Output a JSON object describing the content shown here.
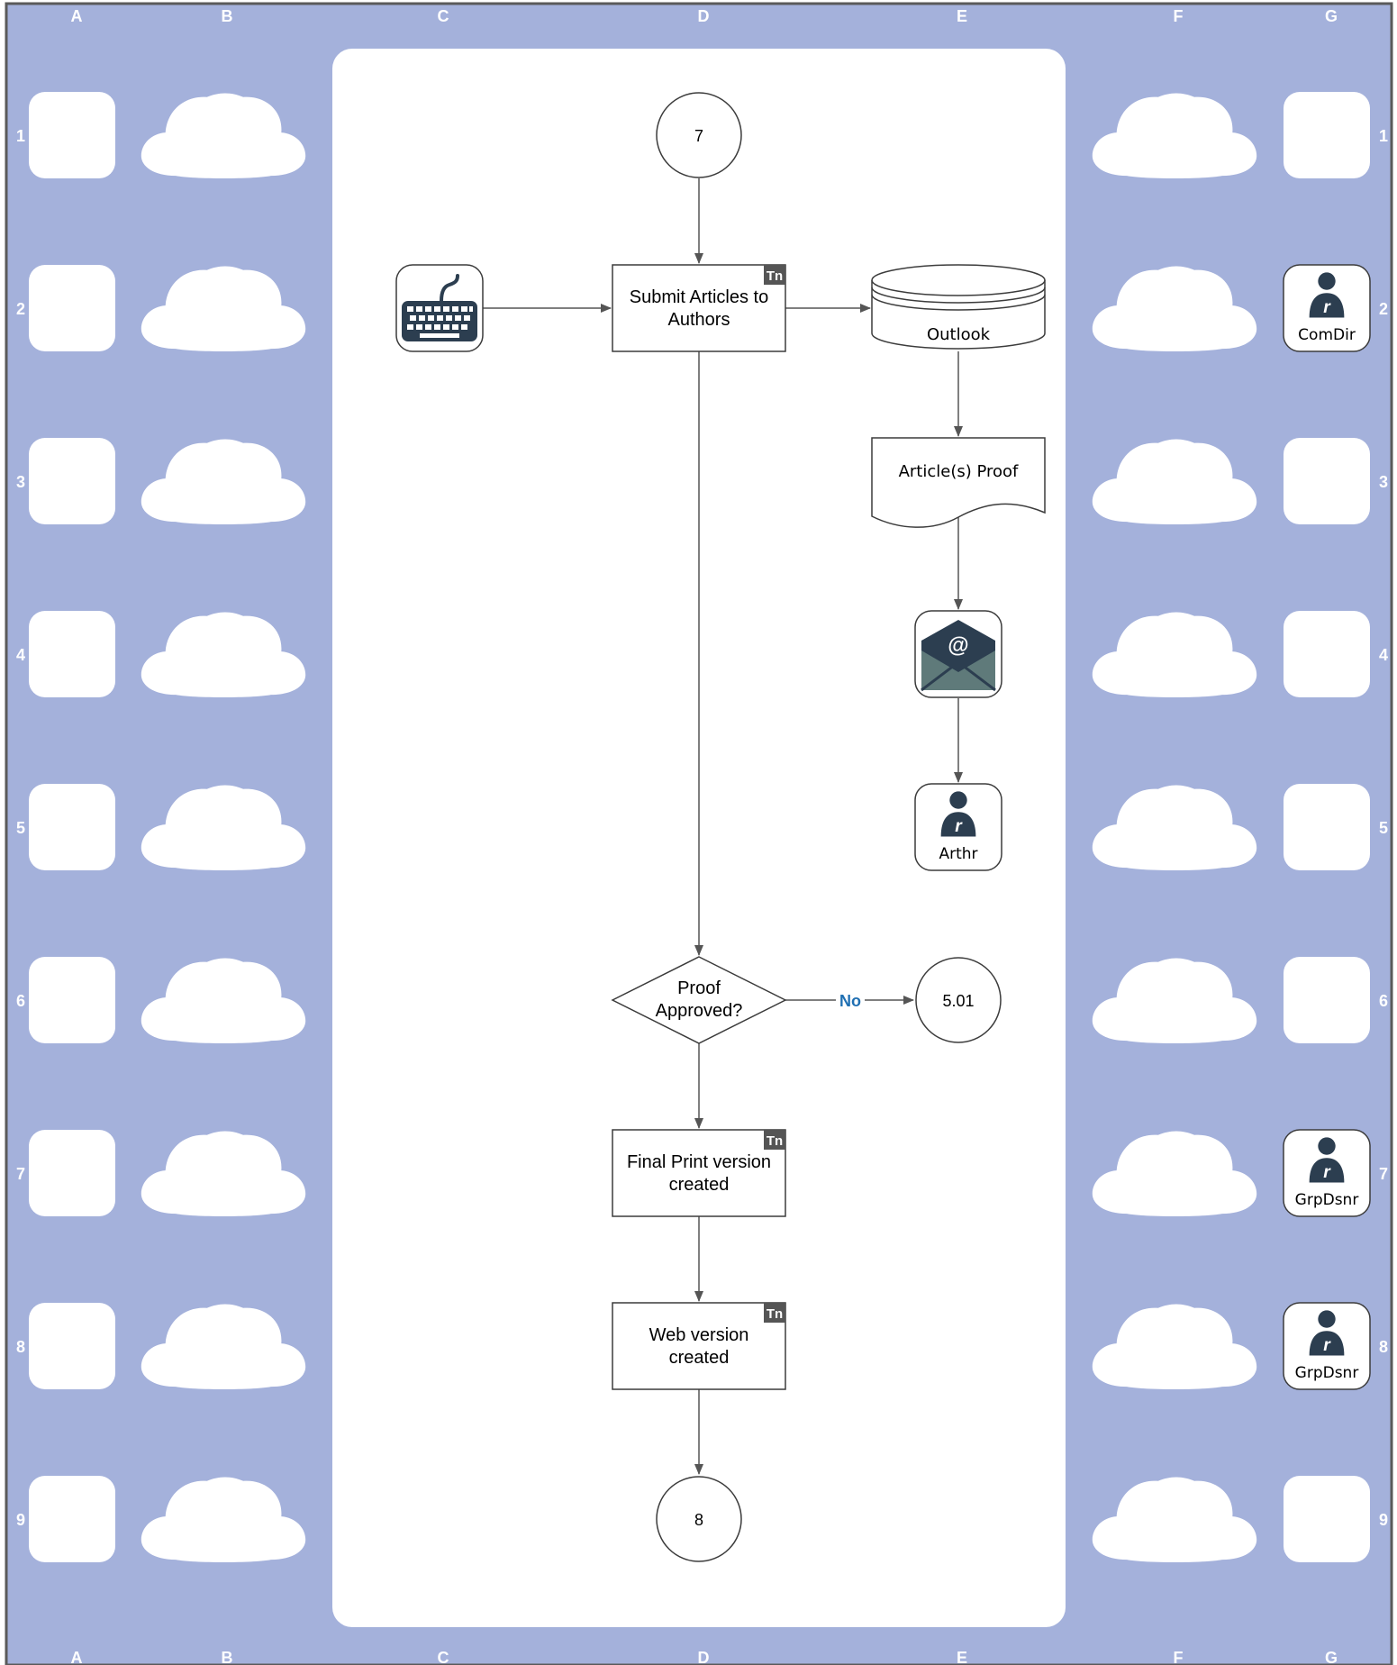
{
  "colors": {
    "frame_blue": "#a4b1db",
    "frame_border": "#5a5a5a",
    "panel": "#ffffff",
    "shape_stroke": "#3c3c3c",
    "arrow": "#555555",
    "icon_dark": "#2c3e50",
    "icon_teal": "#5f7a7a",
    "no_label": "#1f6fb2",
    "tag_bg": "#555555"
  },
  "grid": {
    "columns": [
      "A",
      "B",
      "C",
      "D",
      "E",
      "F",
      "G"
    ],
    "rows": [
      "1",
      "2",
      "3",
      "4",
      "5",
      "6",
      "7",
      "8",
      "9"
    ]
  },
  "diagram": {
    "connector_start": "7",
    "connector_end": "8",
    "connector_offpage": "5.01",
    "submit_line1": "Submit Articles to",
    "submit_line2": "Authors",
    "task_tag": "Tn",
    "outlook_label": "Outlook",
    "proof_doc_label": "Article(s) Proof",
    "decision_line1": "Proof",
    "decision_line2": "Approved?",
    "no_label": "No",
    "final_print_line1": "Final Print version",
    "final_print_line2": "created",
    "web_line1": "Web version",
    "web_line2": "created",
    "author_role": "Arthr",
    "input_icon": "keyboard-icon",
    "email_icon": "email-envelope-icon",
    "person_icon": "person-icon"
  },
  "roles": {
    "row2": "ComDir",
    "row7": "GrpDsnr",
    "row8": "GrpDsnr"
  }
}
